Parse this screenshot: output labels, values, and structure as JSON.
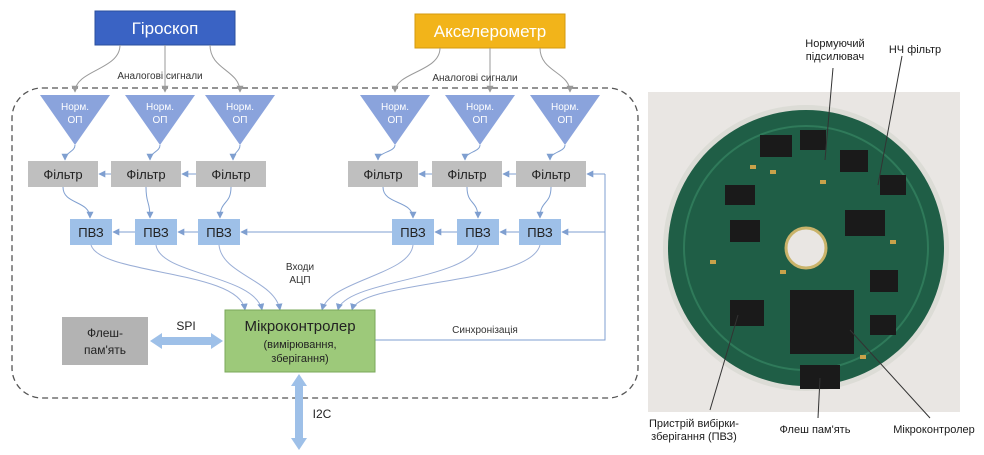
{
  "block_diagram": {
    "gyroscope": "Гіроскоп",
    "accelerometer": "Акселерометр",
    "analog_signals": "Аналогові сигнали",
    "amp_line1": "Норм.",
    "amp_line2": "ОП",
    "filter": "Фільтр",
    "sample_hold": "ПВЗ",
    "adc_inputs_line1": "Входи",
    "adc_inputs_line2": "АЦП",
    "mcu_title": "Мікроконтролер",
    "mcu_sub1": "(вимірювання,",
    "mcu_sub2": "зберігання)",
    "flash_line1": "Флеш-",
    "flash_line2": "пам'ять",
    "spi": "SPI",
    "i2c": "I2C",
    "sync": "Синхронізація"
  },
  "photo": {
    "normalizing_amp_line1": "Нормуючий",
    "normalizing_amp_line2": "підсилювач",
    "lpf": "НЧ фільтр",
    "sample_hold_line1": "Пристрій вибірки-",
    "sample_hold_line2": "зберігання (ПВЗ)",
    "flash": "Флеш пам'ять",
    "mcu": "Мікроконтролер"
  },
  "colors": {
    "gyro_box": "#3a63c4",
    "accel_box": "#f2b41a",
    "amp_triangle": "#8aa3dc",
    "filter_box": "#bfbfbf",
    "pvz_box": "#9ec0e8",
    "mcu_box": "#9dc97a",
    "flash_box": "#b3b3b3",
    "arrow": "#7f9fd0",
    "pcb": "#1f5e46"
  }
}
